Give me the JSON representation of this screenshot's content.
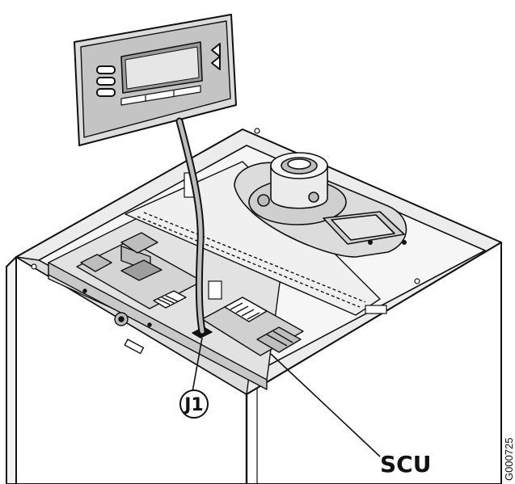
{
  "callouts": {
    "j1": "J1",
    "scu": "SCU"
  },
  "figure_code": "G000725",
  "colors": {
    "line": "#111111",
    "panel_grey": "#bdbdbd",
    "light_grey": "#e6e6e6",
    "mid_grey": "#cfcfcf",
    "dark_grey": "#8c8c8c",
    "white": "#ffffff"
  }
}
